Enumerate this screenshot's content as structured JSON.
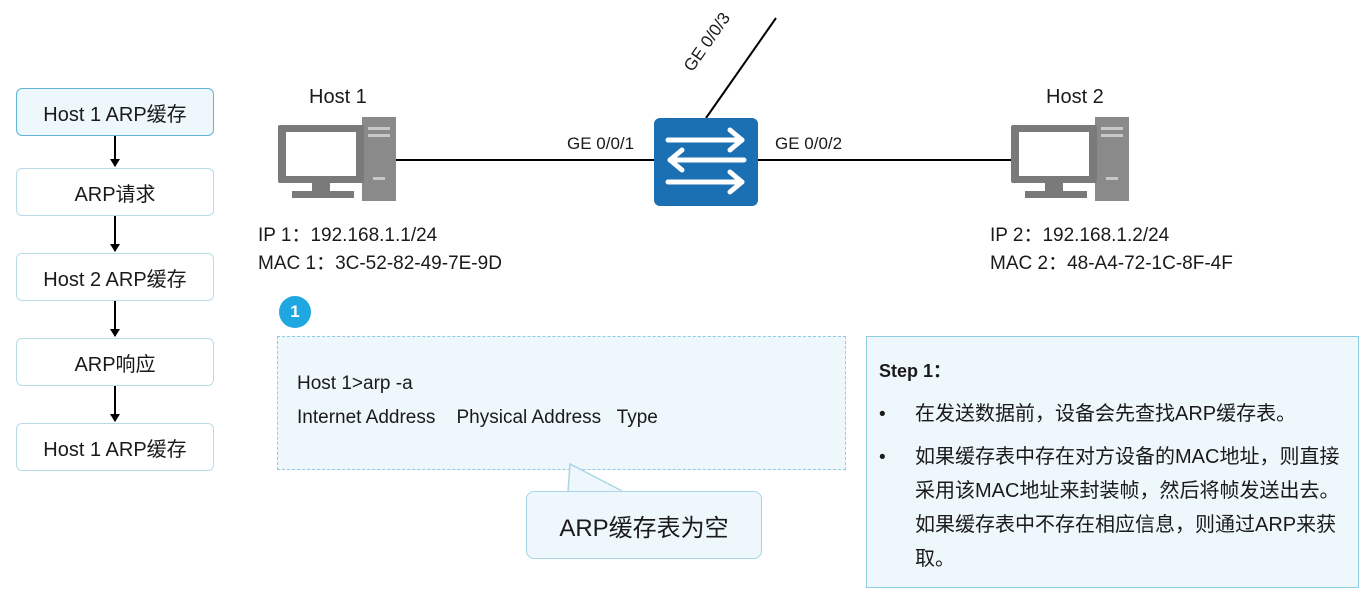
{
  "flow": {
    "steps": [
      "Host 1 ARP缓存",
      "ARP请求",
      "Host 2 ARP缓存",
      "ARP响应",
      "Host 1 ARP缓存"
    ]
  },
  "hosts": {
    "host1": {
      "name": "Host 1",
      "ip": "IP 1：192.168.1.1/24",
      "mac": "MAC 1：3C-52-82-49-7E-9D"
    },
    "host2": {
      "name": "Host 2",
      "ip": "IP 2：192.168.1.2/24",
      "mac": "MAC 2：48-A4-72-1C-8F-4F"
    }
  },
  "switch": {
    "interfaces": {
      "left": "GE 0/0/1",
      "right": "GE 0/0/2",
      "up": "GE 0/0/3"
    },
    "color": "#1b6fb3"
  },
  "step_marker": "1",
  "cli": {
    "command": "Host 1>arp -a",
    "header": "Internet Address    Physical Address   Type"
  },
  "callout": "ARP缓存表为空",
  "step_panel": {
    "title": "Step 1：",
    "bullets": [
      "在发送数据前，设备会先查找ARP缓存表。",
      "如果缓存表中存在对方设备的MAC地址，则直接采用该MAC地址来封装帧，然后将帧发送出去。如果缓存表中不存在相应信息，则通过ARP来获取。"
    ]
  },
  "colors": {
    "accent": "#1ea7e1",
    "panel_bg": "#eef7fb",
    "panel_border": "#8fcbe2"
  }
}
